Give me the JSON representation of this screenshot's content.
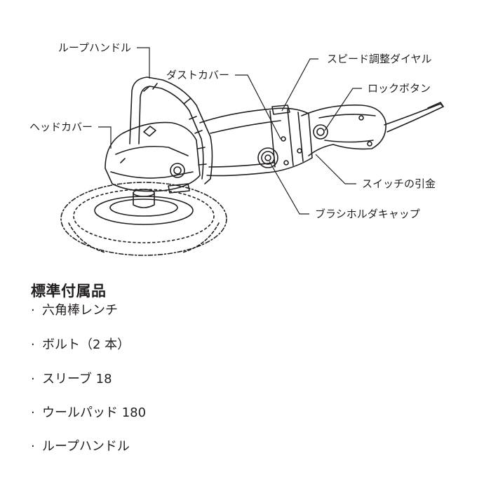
{
  "labels": {
    "loop_handle": "ループハンドル",
    "dust_cover": "ダストカバー",
    "speed_dial": "スピード調整ダイヤル",
    "lock_button": "ロックボタン",
    "head_cover": "ヘッドカバー",
    "switch_trigger": "スイッチの引金",
    "brush_holder_cap": "ブラシホルダキャップ"
  },
  "accessories": {
    "title": "標準付属品",
    "bullet": "·",
    "items": [
      "六角棒レンチ",
      "ボルト（2 本）",
      "スリーブ 18",
      "ウールパッド 180",
      "ループハンドル"
    ]
  }
}
